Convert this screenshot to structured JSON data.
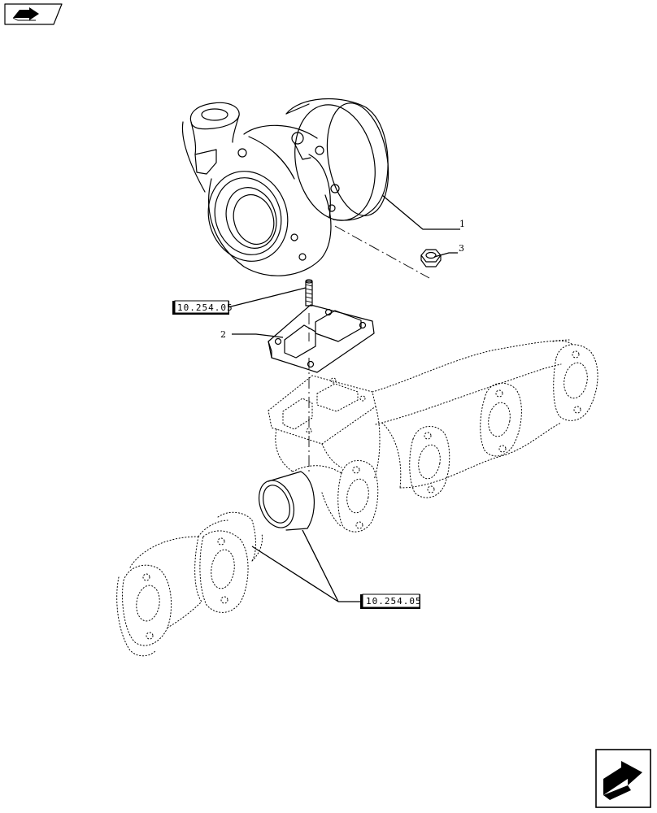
{
  "callouts": {
    "item_1": "1",
    "item_2": "2",
    "item_3": "3"
  },
  "references": {
    "ref_upper": "10.254.05",
    "ref_lower": "10.254.05"
  },
  "icons": {
    "top_left": "book-arrow-icon",
    "bottom_right": "next-page-arrow-icon"
  }
}
